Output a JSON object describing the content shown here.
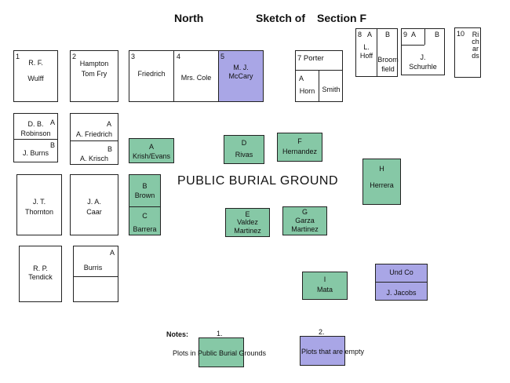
{
  "header": {
    "north": "North",
    "sketch": "Sketch of",
    "section": "Section F"
  },
  "center_label": "PUBLIC  BURIAL GROUND",
  "plots": {
    "p1": {
      "num": "1",
      "l1": "R. F.",
      "l2": "Wulff"
    },
    "p2": {
      "num": "2",
      "l1": "Hampton",
      "l2": "Tom Fry"
    },
    "p3": {
      "num": "3",
      "name": "Friedrich"
    },
    "p4": {
      "num": "4",
      "name": "Mrs. Cole"
    },
    "p5": {
      "num": "5",
      "l1": "M. J.",
      "l2": "McCary"
    },
    "p7": {
      "title": "7 Porter",
      "a": "A",
      "horn": "Horn",
      "smith": "Smith"
    },
    "p8": {
      "num": "8",
      "a": "A",
      "b": "B",
      "l1": "L.",
      "l2": "Hoff",
      "broom1": "Broom",
      "broom2": "field"
    },
    "p9": {
      "num": "9",
      "a": "A",
      "b": "B",
      "l1": "J.",
      "l2": "Schurhle"
    },
    "p10": {
      "num": "10",
      "name": "Richards"
    },
    "robinson": {
      "a": "A",
      "l1": "D. B.",
      "l2": "Robinson",
      "b": "B",
      "l3": "J. Burns"
    },
    "afriedrich": {
      "a": "A",
      "l1": "A. Friedrich",
      "b": "B",
      "l2": "A. Krisch"
    },
    "thornton": {
      "l1": "J. T.",
      "l2": "Thornton"
    },
    "caar": {
      "l1": "J. A.",
      "l2": "Caar"
    },
    "tendick": {
      "l1": "R. P.",
      "l2": "Tendick"
    },
    "burris": {
      "a": "A",
      "name": "Burris"
    }
  },
  "public": {
    "a": {
      "l1": "A",
      "l2": "Krish/Evans"
    },
    "b": {
      "l1": "B",
      "l2": "Brown"
    },
    "c": {
      "l1": "C",
      "l2": "Barrera"
    },
    "d": {
      "l1": "D",
      "l2": "Rivas"
    },
    "e": {
      "l1": "E",
      "l2": "Valdez",
      "l3": "Martinez"
    },
    "f": {
      "l1": "F",
      "l2": "Hernandez"
    },
    "g": {
      "l1": "G",
      "l2": "Garza",
      "l3": "Martinez"
    },
    "h": {
      "l1": "H",
      "l2": "Herrera"
    },
    "i": {
      "l1": "I",
      "l2": "Mata"
    }
  },
  "empty": {
    "undco": "Und Co",
    "jacobs": "J. Jacobs"
  },
  "notes": {
    "title": "Notes:",
    "n1": "1.",
    "n1_text": "Plots in Public Burial Grounds",
    "n2": "2.",
    "n2_text": "Plots that are empty"
  },
  "colors": {
    "public": "#86c8a6",
    "empty": "#a9a6e6"
  }
}
